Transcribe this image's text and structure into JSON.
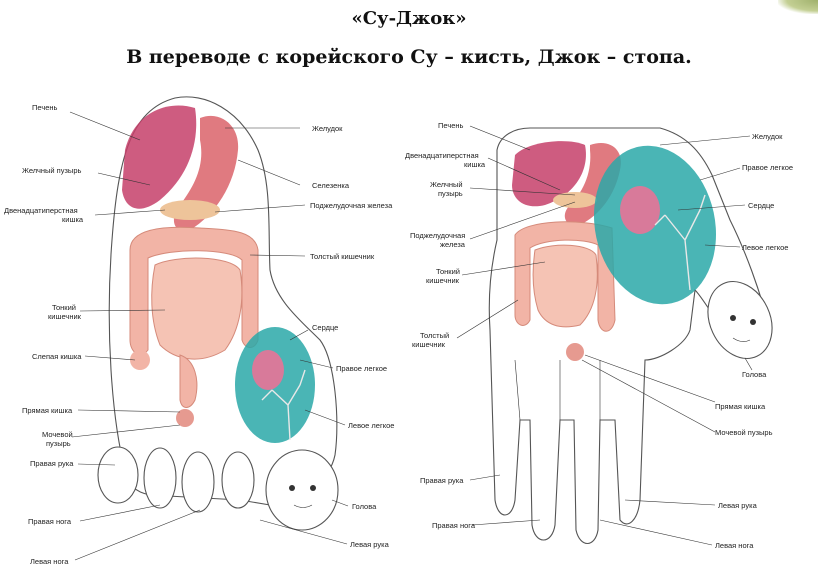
{
  "heading": "«Су-Джок»",
  "subheading": "В переводе с корейского Су – кисть, Джок – стопа.",
  "colors": {
    "liver": "#c6406a",
    "stomach": "#e07a80",
    "intestine": "#f2b4a6",
    "lungs": "#2aa8a8",
    "heart": "#d87a9a",
    "pancreas": "#eec49a",
    "outline": "#555555"
  },
  "foot_labels": {
    "liver": "Печень",
    "gallbladder": "Желчный пузырь",
    "duodenum_1": "Двенадцатиперстная",
    "duodenum_2": "кишка",
    "stomach": "Желудок",
    "spleen": "Селезенка",
    "pancreas": "Поджелудочная железа",
    "colon": "Толстый кишечник",
    "small_int_1": "Тонкий",
    "small_int_2": "кишечник",
    "heart": "Сердце",
    "caecum": "Слепая кишка",
    "right_lung": "Правое легкое",
    "rectum": "Прямая кишка",
    "left_lung": "Левое легкое",
    "bladder_1": "Мочевой",
    "bladder_2": "пузырь",
    "right_hand": "Правая рука",
    "head": "Голова",
    "right_leg": "Правая нога",
    "left_hand": "Левая рука",
    "left_leg": "Левая нога"
  },
  "hand_labels": {
    "liver": "Печень",
    "duodenum_1": "Двенадцатиперстная",
    "duodenum_2": "кишка",
    "gallbladder_1": "Желчный",
    "gallbladder_2": "пузырь",
    "pancreas_1": "Поджелудочная",
    "pancreas_2": "железа",
    "small_int_1": "Тонкий",
    "small_int_2": "кишечник",
    "colon_1": "Толстый",
    "colon_2": "кишечник",
    "stomach": "Желудок",
    "right_lung": "Правое легкое",
    "heart": "Сердце",
    "left_lung": "Левое легкое",
    "head": "Голова",
    "rectum": "Прямая кишка",
    "bladder": "Мочевой пузырь",
    "right_hand": "Правая рука",
    "left_hand": "Левая рука",
    "right_leg": "Правая нога",
    "left_leg": "Левая нога"
  }
}
